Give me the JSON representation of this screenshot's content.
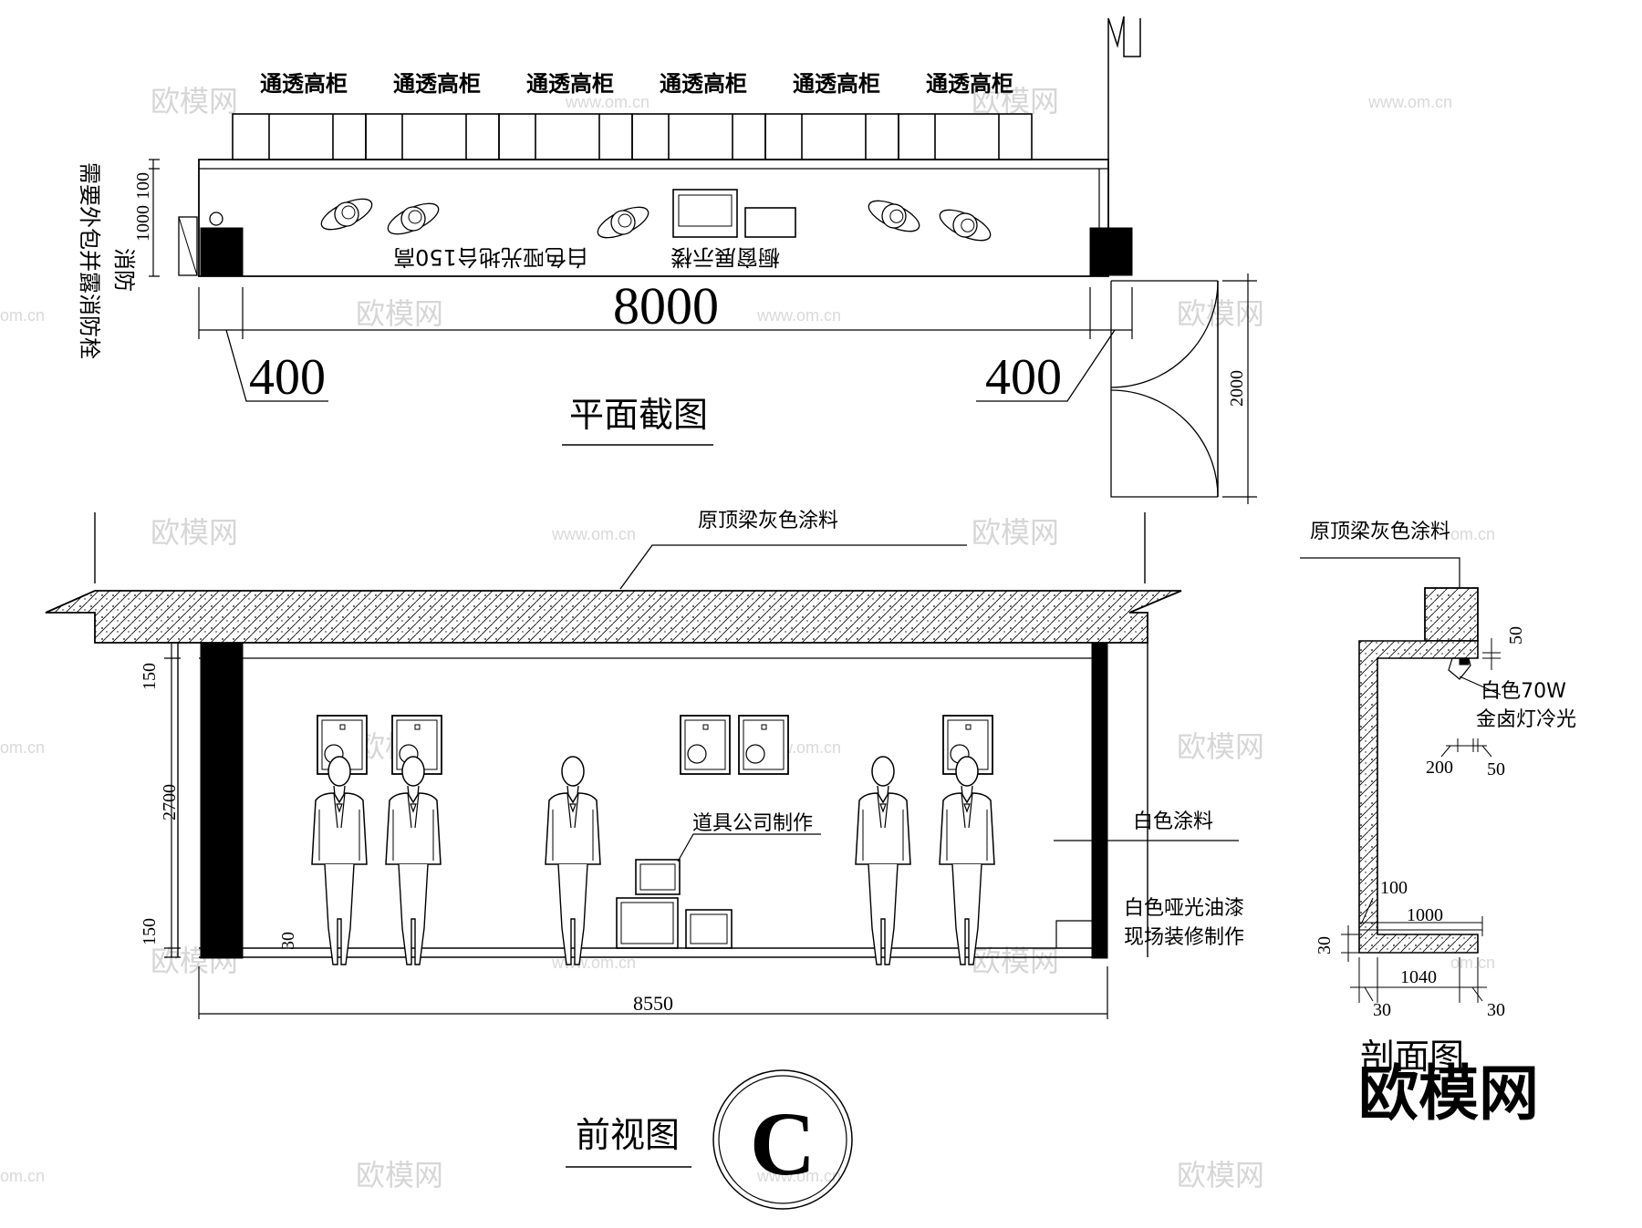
{
  "plan": {
    "title": "平面截图",
    "cabinet_label": "通透高柜",
    "platform_label": "白色哑光地台150高",
    "window_label": "橱窗展示楼",
    "fire_note": "需要外包并露消防栓",
    "fire_label": "消防",
    "dim_total": "8000",
    "dim_left": "400",
    "dim_right": "400",
    "dim_depth": "1000",
    "dim_top": "100",
    "dim_door": "2000"
  },
  "front": {
    "title": "前视图",
    "marker": "C",
    "ceiling_label": "原顶梁灰色涂料",
    "wall_label": "白色涂料",
    "props_label": "道具公司制作",
    "floor_label_1": "白色哑光油漆",
    "floor_label_2": "现场装修制作",
    "dim_150_top": "150",
    "dim_2700": "2700",
    "dim_150_bottom": "150",
    "dim_30": "30",
    "dim_total": "8550"
  },
  "section": {
    "title": "剖面图",
    "ceiling_label": "原顶梁灰色涂料",
    "lamp_label_1": "白色70W",
    "lamp_label_2": "金卤灯冷光",
    "dim_50_top": "50",
    "dim_200": "200",
    "dim_50": "50",
    "dim_100": "100",
    "dim_1000": "1000",
    "dim_30_side": "30",
    "dim_1040": "1040",
    "dim_30_left": "30",
    "dim_30_right": "30"
  },
  "watermark": {
    "brand": "欧模网",
    "url": "www.om.cn",
    "url_short": "om.cn"
  }
}
